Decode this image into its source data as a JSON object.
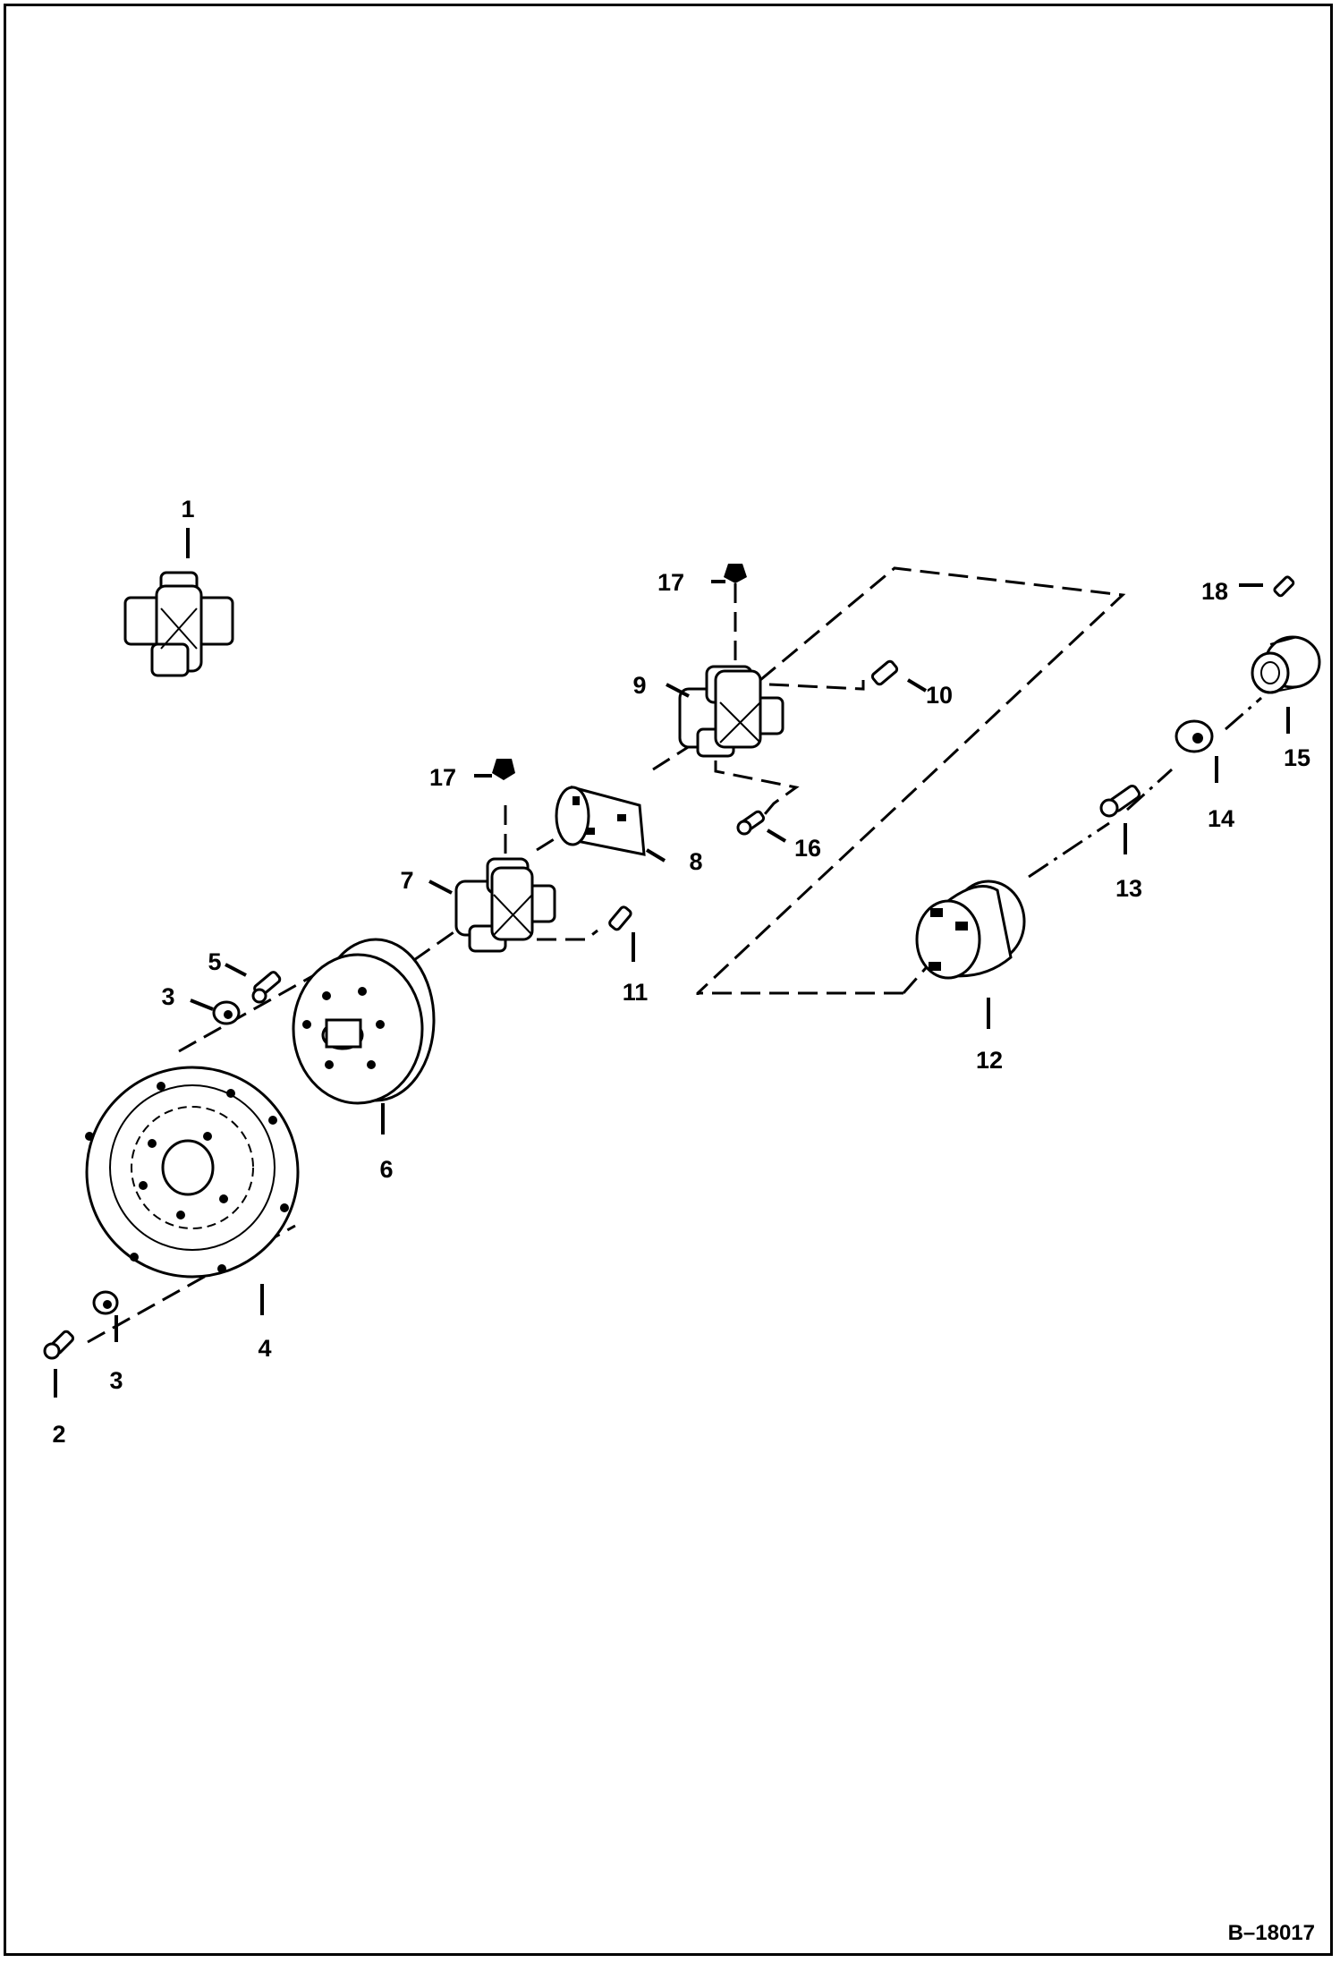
{
  "diagram": {
    "drawing_number": "B–18017",
    "callouts": [
      {
        "id": "c1",
        "text": "1"
      },
      {
        "id": "c2",
        "text": "2"
      },
      {
        "id": "c3a",
        "text": "3"
      },
      {
        "id": "c3b",
        "text": "3"
      },
      {
        "id": "c4",
        "text": "4"
      },
      {
        "id": "c5",
        "text": "5"
      },
      {
        "id": "c6",
        "text": "6"
      },
      {
        "id": "c7",
        "text": "7"
      },
      {
        "id": "c8",
        "text": "8"
      },
      {
        "id": "c9",
        "text": "9"
      },
      {
        "id": "c10",
        "text": "10"
      },
      {
        "id": "c11",
        "text": "11"
      },
      {
        "id": "c12",
        "text": "12"
      },
      {
        "id": "c13",
        "text": "13"
      },
      {
        "id": "c14",
        "text": "14"
      },
      {
        "id": "c15",
        "text": "15"
      },
      {
        "id": "c16",
        "text": "16"
      },
      {
        "id": "c17a",
        "text": "17"
      },
      {
        "id": "c17b",
        "text": "17"
      },
      {
        "id": "c18",
        "text": "18"
      }
    ]
  }
}
